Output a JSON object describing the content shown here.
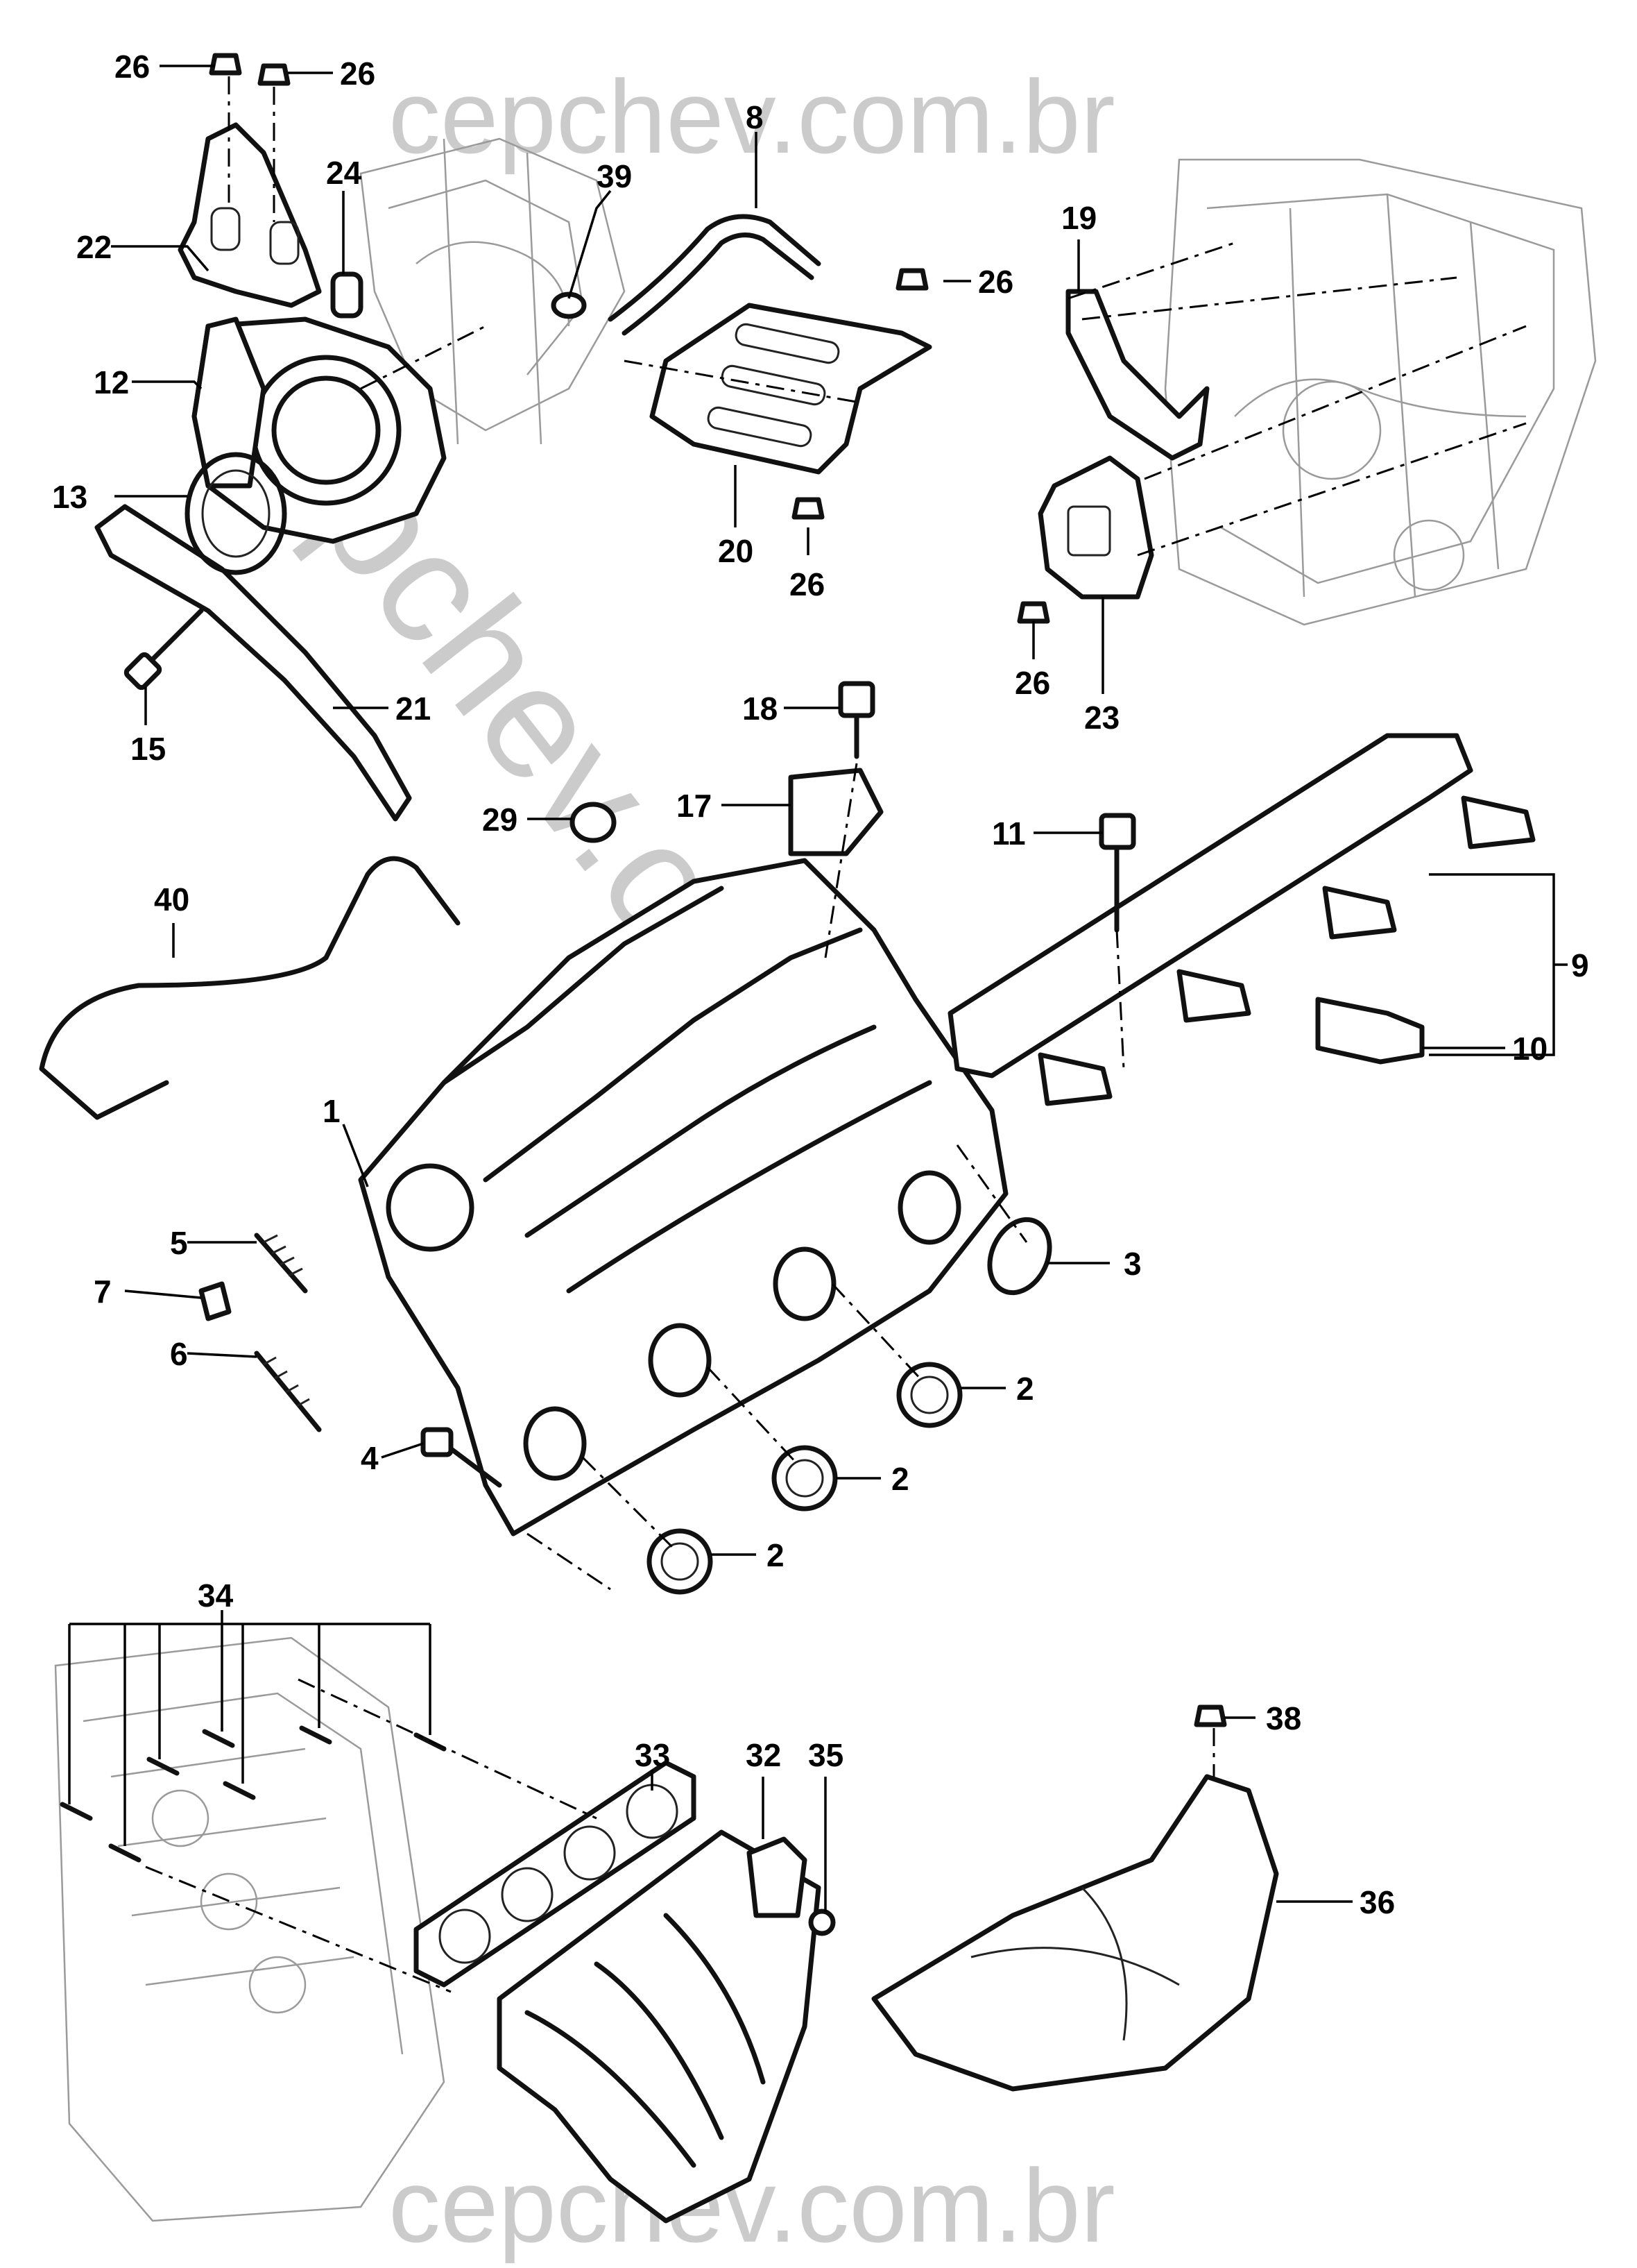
{
  "watermark": {
    "text": "cepchev.com.br"
  },
  "callouts": {
    "c1": "1",
    "c2a": "2",
    "c2b": "2",
    "c2c": "2",
    "c3": "3",
    "c4": "4",
    "c5": "5",
    "c6": "6",
    "c7": "7",
    "c8": "8",
    "c9": "9",
    "c10": "10",
    "c11": "11",
    "c12": "12",
    "c13": "13",
    "c15": "15",
    "c17": "17",
    "c18": "18",
    "c19": "19",
    "c20": "20",
    "c21": "21",
    "c22": "22",
    "c23": "23",
    "c24": "24",
    "c26a": "26",
    "c26b": "26",
    "c26c": "26",
    "c26d": "26",
    "c26e": "26",
    "c29": "29",
    "c32": "32",
    "c33": "33",
    "c34": "34",
    "c35": "35",
    "c36": "36",
    "c38": "38",
    "c39": "39",
    "c40": "40"
  }
}
